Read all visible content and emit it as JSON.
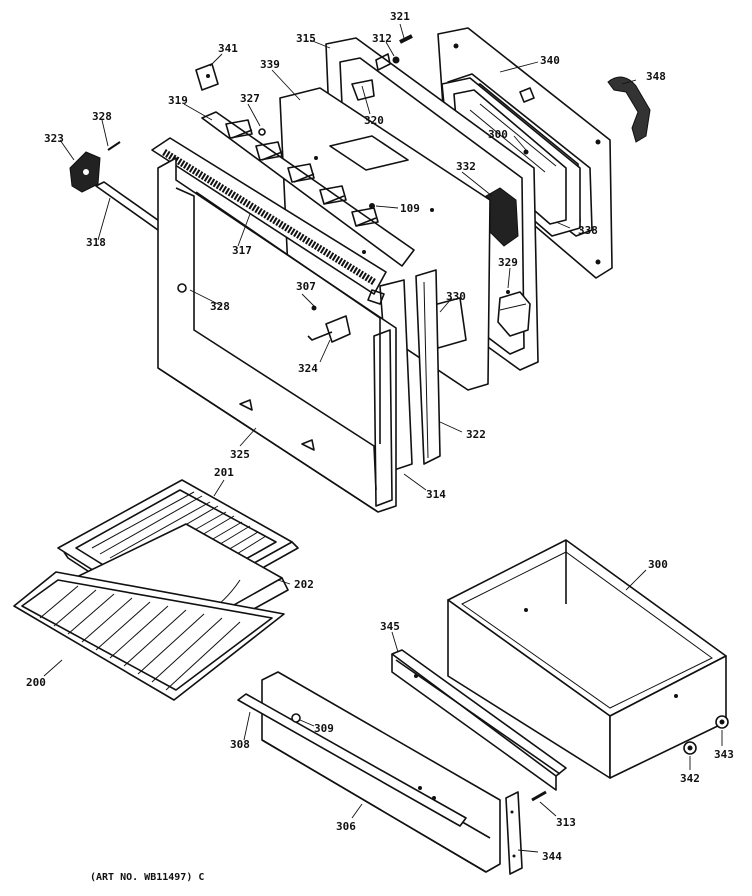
{
  "diagram": {
    "labels": {
      "p321": "321",
      "p312": "312",
      "p315": "315",
      "p340": "340",
      "p348": "348",
      "p341": "341",
      "p339": "339",
      "p327": "327",
      "p319": "319",
      "p320": "320",
      "p323": "323",
      "p328a": "328",
      "p300b": "300",
      "p332": "332",
      "p109": "109",
      "p338": "338",
      "p318": "318",
      "p317": "317",
      "p329": "329",
      "p328b": "328",
      "p307": "307",
      "p330": "330",
      "p324": "324",
      "p322": "322",
      "p325": "325",
      "p314": "314",
      "p201": "201",
      "p202": "202",
      "p200": "200",
      "p300": "300",
      "p345": "345",
      "p308": "308",
      "p309": "309",
      "p306": "306",
      "p342": "342",
      "p343": "343",
      "p313": "313",
      "p344": "344"
    },
    "art_number": "(ART NO. WB11497) C"
  }
}
